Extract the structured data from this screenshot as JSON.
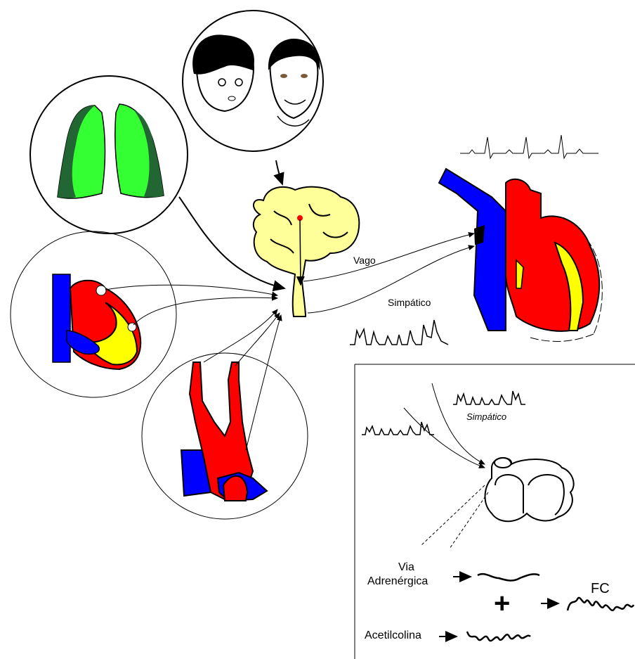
{
  "labels": {
    "vago": "Vago",
    "simpatico": "Simpático",
    "simpatico_inset": "Simpático",
    "via": "Via",
    "adrenergica": "Adrenérgica",
    "plus": "+",
    "fc": "FC",
    "acetilcolina": "Acetilcolina"
  },
  "colors": {
    "lung": "#33ff33",
    "lung_dark": "#226633",
    "artery": "#ff0000",
    "vein": "#0000ff",
    "fat": "#ffff00",
    "brain": "#ffff99"
  },
  "icons": [
    "lungs-icon",
    "faces-icon",
    "brain-icon",
    "heart-icon",
    "carotid-icon",
    "ecg-icon",
    "sinus-node-icon"
  ]
}
